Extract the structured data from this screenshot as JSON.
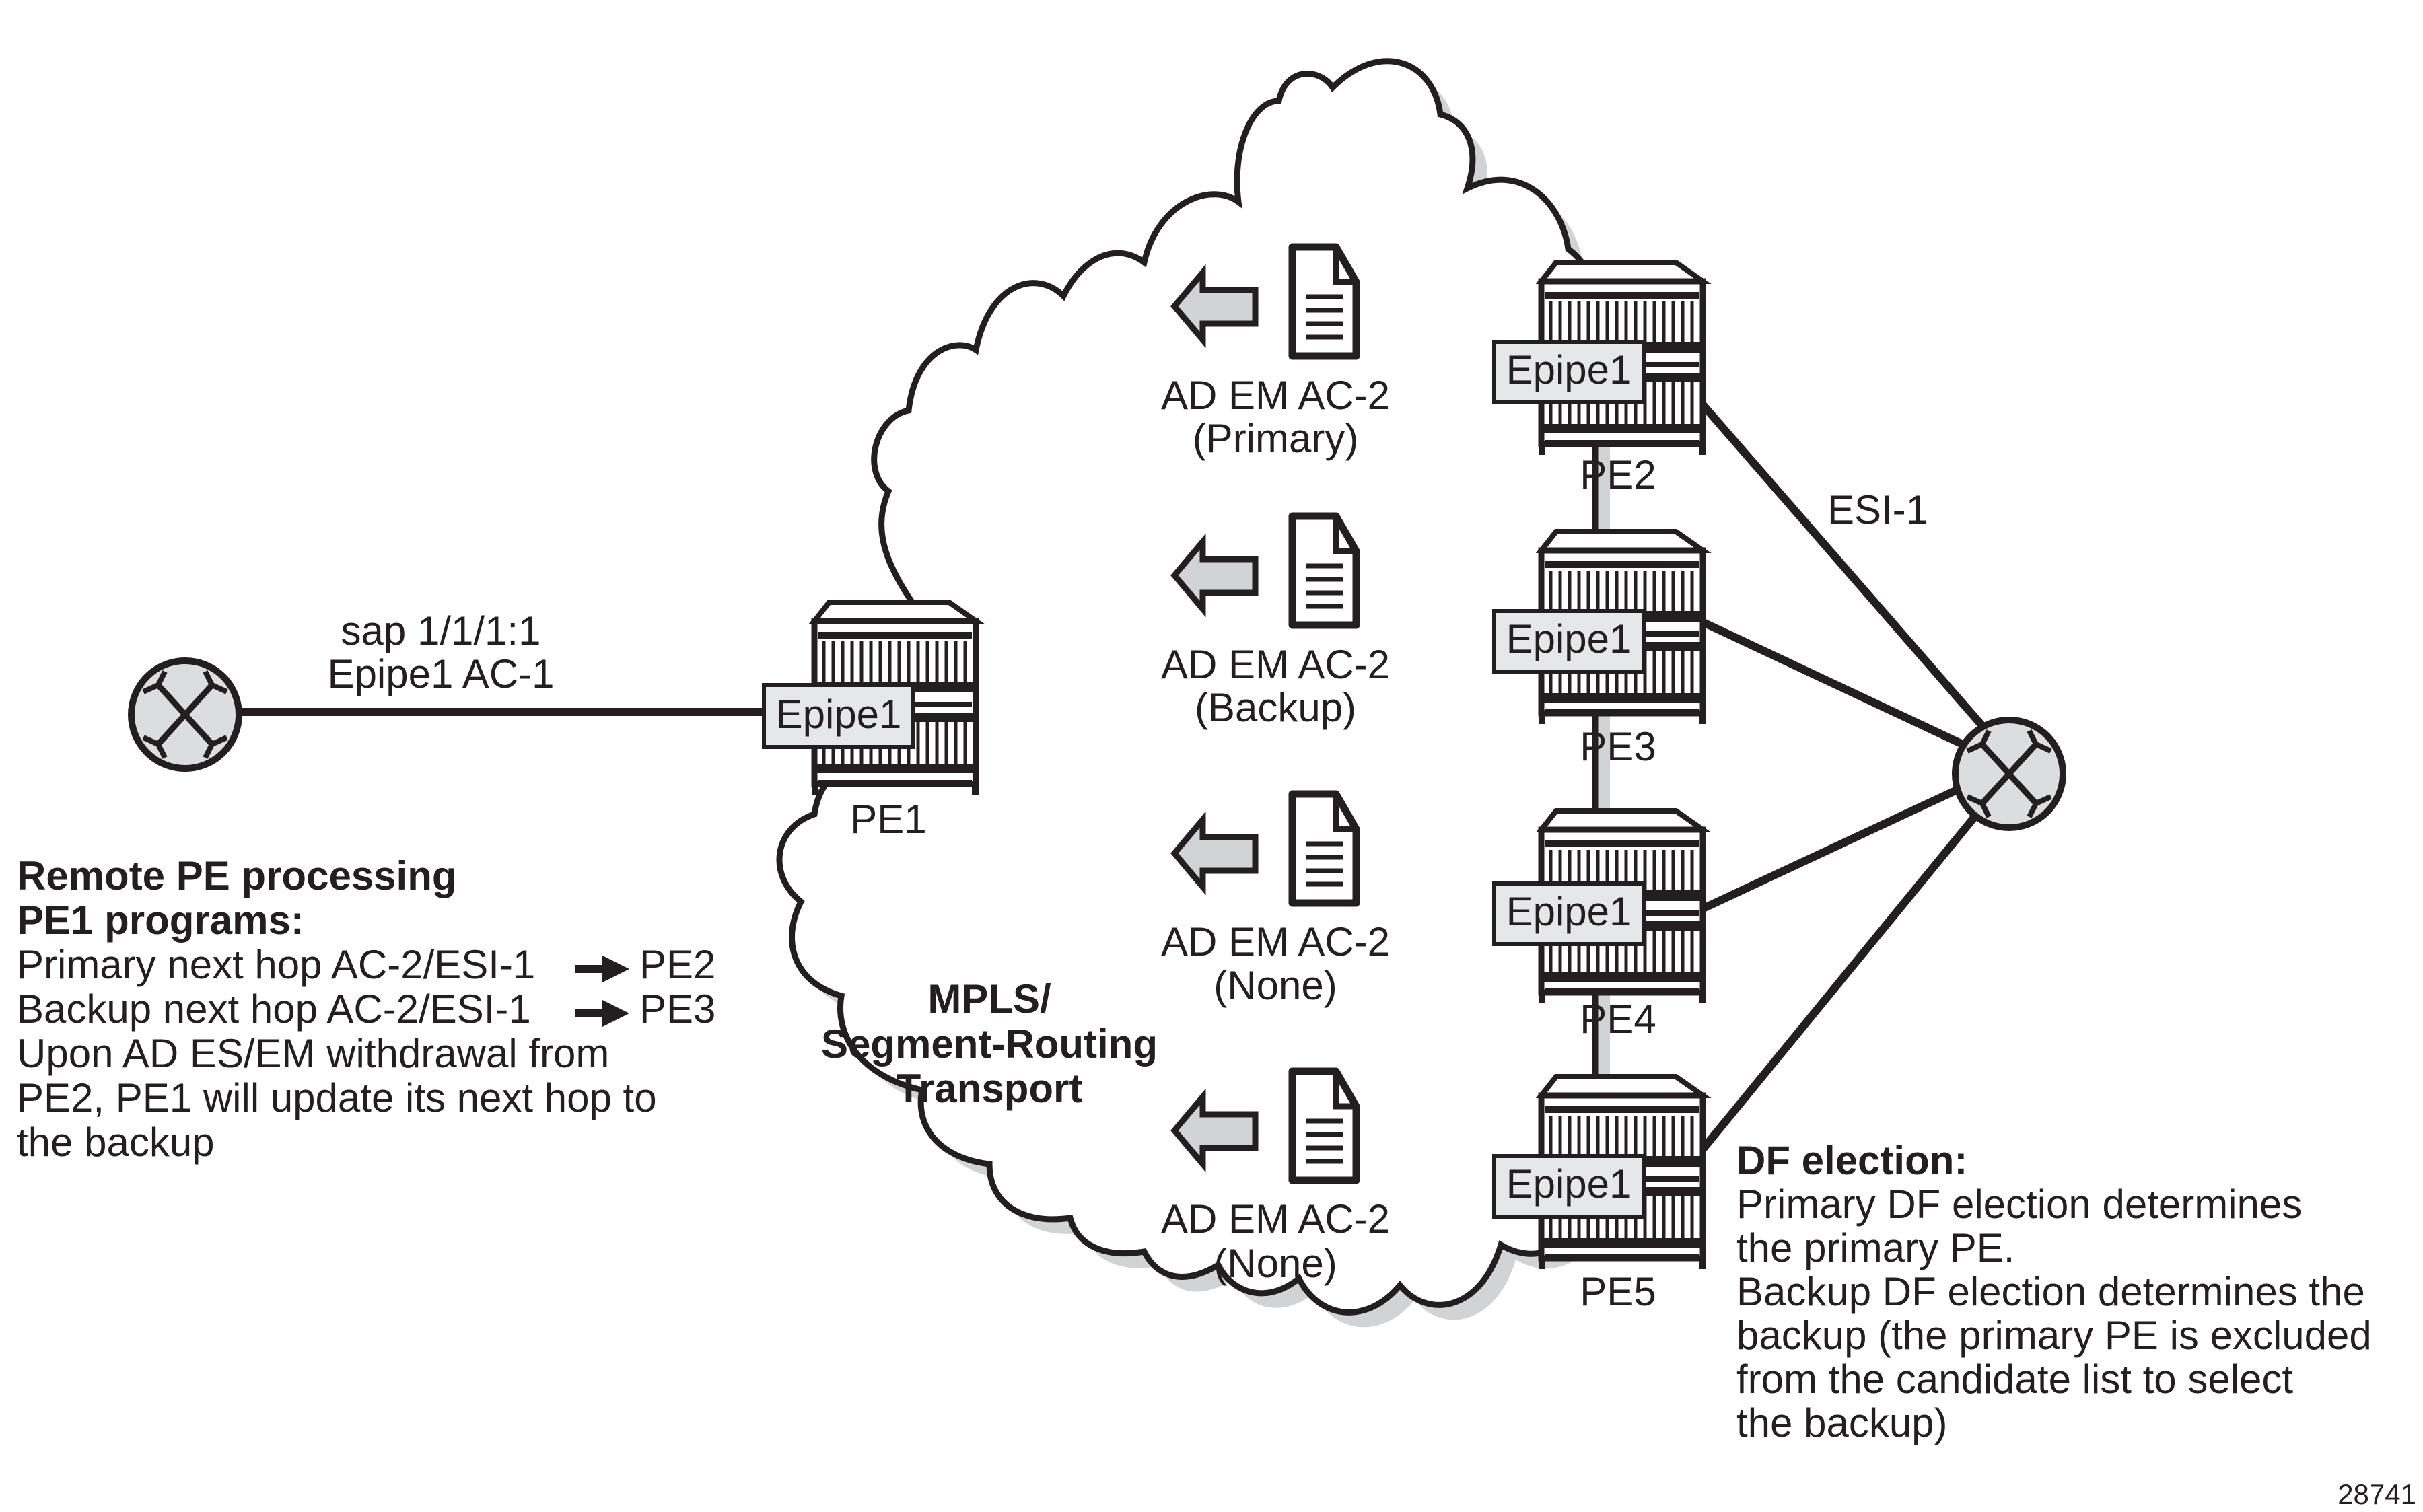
{
  "figure_id": "28741",
  "ce_left": {
    "label_line1": "sap 1/1/1:1",
    "label_line2": "Epipe1 AC-1"
  },
  "cloud": {
    "line1": "MPLS/",
    "line2": "Segment-Routing",
    "line3": "Transport"
  },
  "esi_label": "ESI-1",
  "pe_nodes": [
    {
      "name": "PE1",
      "service": "Epipe1"
    },
    {
      "name": "PE2",
      "service": "Epipe1"
    },
    {
      "name": "PE3",
      "service": "Epipe1"
    },
    {
      "name": "PE4",
      "service": "Epipe1"
    },
    {
      "name": "PE5",
      "service": "Epipe1"
    }
  ],
  "routes": [
    {
      "line1": "AD EM AC-2",
      "line2": "(Primary)"
    },
    {
      "line1": "AD EM AC-2",
      "line2": "(Backup)"
    },
    {
      "line1": "AD EM AC-2",
      "line2": "(None)"
    },
    {
      "line1": "AD EM AC-2",
      "line2": "(None)"
    }
  ],
  "remote_pe_note": {
    "title1": "Remote PE processing",
    "title2": "PE1 programs:",
    "primary_text": "Primary next hop AC-2/ESI-1",
    "primary_target": "PE2",
    "backup_text": "Backup next hop AC-2/ESI-1",
    "backup_target": "PE3",
    "line5": "Upon AD ES/EM withdrawal from",
    "line6": "PE2, PE1 will update its next hop to",
    "line7": "the backup"
  },
  "df_note": {
    "title": "DF election:",
    "lines": [
      "Primary DF election determines",
      "the primary PE.",
      "Backup DF election determines the",
      "backup (the primary PE is excluded",
      "from the candidate list to select",
      "the backup)"
    ]
  },
  "colors": {
    "ink": "#231f20",
    "fill_gray": "#d1d3d4",
    "label_gray": "#e6e7e8",
    "shadow": "#d1d3d4"
  }
}
